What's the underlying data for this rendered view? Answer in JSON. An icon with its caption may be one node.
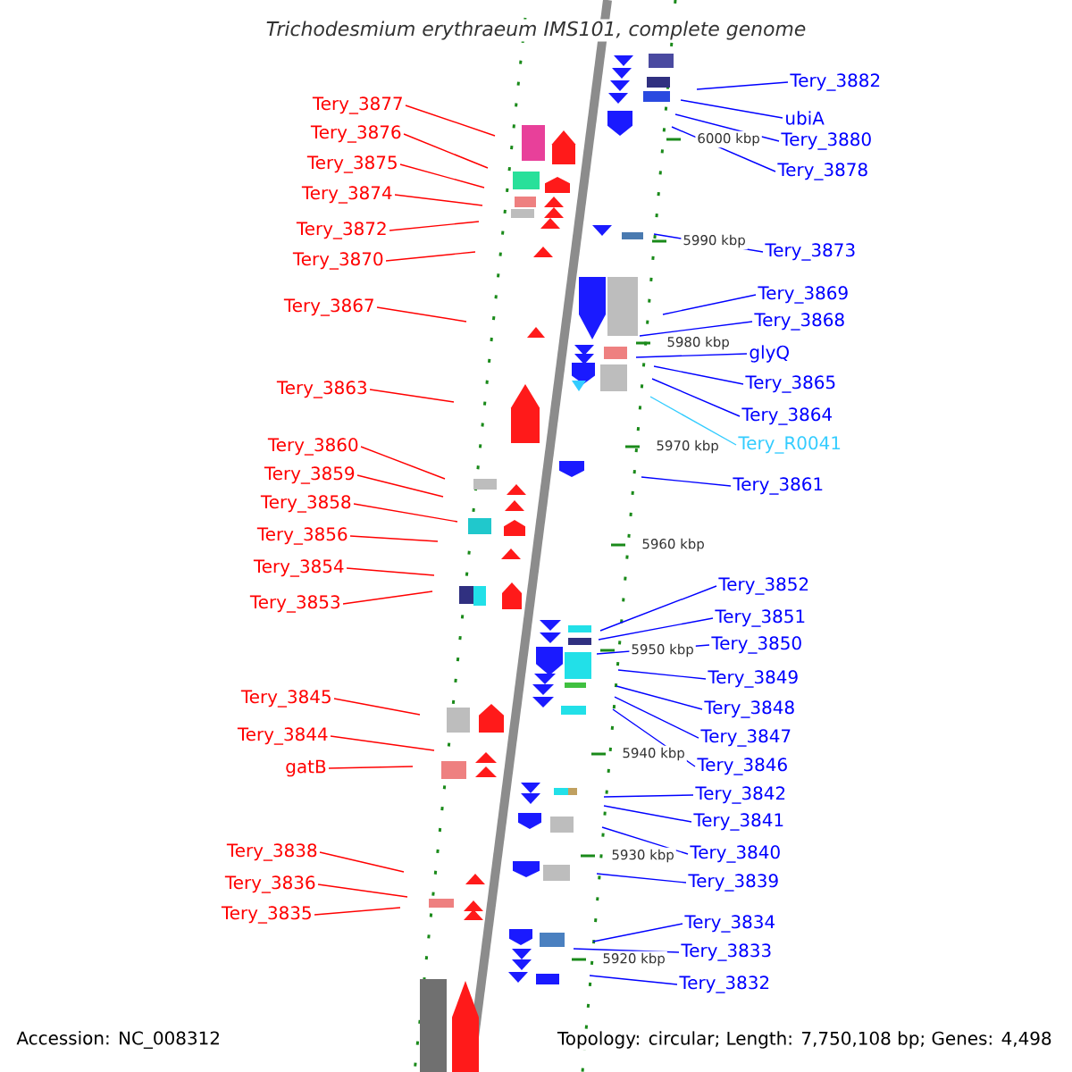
{
  "diagram": {
    "title": "Trichodesmium erythraeum IMS101, complete genome",
    "nodes": [
      {
        "text": [
          "Tery_3877"
        ]
      },
      {
        "text": [
          "Tery_3876"
        ]
      },
      {
        "text": [
          "Tery_3875"
        ]
      },
      {
        "text": [
          "Tery_3874"
        ]
      },
      {
        "text": [
          "Tery_3872"
        ]
      },
      {
        "text": [
          "Tery_3870"
        ]
      },
      {
        "text": [
          "Tery_3867"
        ]
      },
      {
        "text": [
          "Tery_3863"
        ]
      },
      {
        "text": [
          "Tery_3860"
        ]
      },
      {
        "text": [
          "Tery_3859"
        ]
      },
      {
        "text": [
          "Tery_3858"
        ]
      },
      {
        "text": [
          "Tery_3856"
        ]
      },
      {
        "text": [
          "Tery_3854"
        ]
      },
      {
        "text": [
          "Tery_3853"
        ]
      },
      {
        "text": [
          "Tery_3845"
        ]
      },
      {
        "text": [
          "Tery_3844"
        ]
      },
      {
        "text": [
          "gatB"
        ]
      },
      {
        "text": [
          "Tery_3838"
        ]
      },
      {
        "text": [
          "Tery_3836"
        ]
      },
      {
        "text": [
          "Tery_3835"
        ]
      },
      {
        "text": [
          "Tery_3882"
        ]
      },
      {
        "text": [
          "ubiA"
        ]
      },
      {
        "text": [
          "Tery_3880"
        ]
      },
      {
        "text": [
          "Tery_3878"
        ]
      },
      {
        "text": [
          "Tery_3873"
        ]
      },
      {
        "text": [
          "Tery_3869"
        ]
      },
      {
        "text": [
          "Tery_3868"
        ]
      },
      {
        "text": [
          "glyQ"
        ]
      },
      {
        "text": [
          "Tery_3865"
        ]
      },
      {
        "text": [
          "Tery_3864"
        ]
      },
      {
        "text": [
          "Tery_R0041"
        ]
      },
      {
        "text": [
          "Tery_3861"
        ]
      },
      {
        "text": [
          "Tery_3852"
        ]
      },
      {
        "text": [
          "Tery_3851"
        ]
      },
      {
        "text": [
          "Tery_3850"
        ]
      },
      {
        "text": [
          "Tery_3849"
        ]
      },
      {
        "text": [
          "Tery_3848"
        ]
      },
      {
        "text": [
          "Tery_3847"
        ]
      },
      {
        "text": [
          "Tery_3846"
        ]
      },
      {
        "text": [
          "Tery_3842"
        ]
      },
      {
        "text": [
          "Tery_3841"
        ]
      },
      {
        "text": [
          "Tery_3840"
        ]
      },
      {
        "text": [
          "Tery_3839"
        ]
      },
      {
        "text": [
          "Tery_3834"
        ]
      },
      {
        "text": [
          "Tery_3833"
        ]
      },
      {
        "text": [
          "Tery_3832"
        ]
      }
    ],
    "edges": [
      {
        "from": 0,
        "to": null,
        "arrow": "none",
        "color": "#ff0000"
      },
      {
        "from": 1,
        "to": null,
        "arrow": "none",
        "color": "#ff0000"
      },
      {
        "from": 2,
        "to": null,
        "arrow": "none",
        "color": "#ff0000"
      },
      {
        "from": 3,
        "to": null,
        "arrow": "none",
        "color": "#ff0000"
      },
      {
        "from": 4,
        "to": null,
        "arrow": "none",
        "color": "#ff0000"
      },
      {
        "from": 5,
        "to": null,
        "arrow": "none",
        "color": "#ff0000"
      },
      {
        "from": 6,
        "to": null,
        "arrow": "none",
        "color": "#ff0000"
      },
      {
        "from": 7,
        "to": null,
        "arrow": "none",
        "color": "#ff0000"
      },
      {
        "from": 8,
        "to": null,
        "arrow": "none",
        "color": "#ff0000"
      },
      {
        "from": 9,
        "to": null,
        "arrow": "none",
        "color": "#ff0000"
      },
      {
        "from": 10,
        "to": null,
        "arrow": "none",
        "color": "#ff0000"
      },
      {
        "from": 11,
        "to": null,
        "arrow": "none",
        "color": "#ff0000"
      },
      {
        "from": 12,
        "to": null,
        "arrow": "none",
        "color": "#ff0000"
      },
      {
        "from": 13,
        "to": null,
        "arrow": "none",
        "color": "#ff0000"
      },
      {
        "from": 14,
        "to": null,
        "arrow": "none",
        "color": "#ff0000"
      },
      {
        "from": 15,
        "to": null,
        "arrow": "none",
        "color": "#ff0000"
      },
      {
        "from": 16,
        "to": null,
        "arrow": "none",
        "color": "#ff0000"
      },
      {
        "from": 17,
        "to": null,
        "arrow": "none",
        "color": "#ff0000"
      },
      {
        "from": 18,
        "to": null,
        "arrow": "none",
        "color": "#ff0000"
      },
      {
        "from": 19,
        "to": null,
        "arrow": "none",
        "color": "#ff0000"
      },
      {
        "from": 20,
        "to": null,
        "arrow": "none",
        "color": "#0000ff"
      },
      {
        "from": 21,
        "to": null,
        "arrow": "none",
        "color": "#0000ff"
      },
      {
        "from": 22,
        "to": null,
        "arrow": "none",
        "color": "#0000ff"
      },
      {
        "from": 23,
        "to": null,
        "arrow": "none",
        "color": "#0000ff"
      },
      {
        "from": 24,
        "to": null,
        "arrow": "none",
        "color": "#0000ff"
      },
      {
        "from": 25,
        "to": null,
        "arrow": "none",
        "color": "#0000ff"
      },
      {
        "from": 26,
        "to": null,
        "arrow": "none",
        "color": "#0000ff"
      },
      {
        "from": 27,
        "to": null,
        "arrow": "none",
        "color": "#0000ff"
      },
      {
        "from": 28,
        "to": null,
        "arrow": "none",
        "color": "#0000ff"
      },
      {
        "from": 29,
        "to": null,
        "arrow": "none",
        "color": "#0000ff"
      },
      {
        "from": 30,
        "to": null,
        "arrow": "none",
        "color": "#33ccff"
      },
      {
        "from": 31,
        "to": null,
        "arrow": "none",
        "color": "#0000ff"
      },
      {
        "from": 32,
        "to": null,
        "arrow": "none",
        "color": "#0000ff"
      },
      {
        "from": 33,
        "to": null,
        "arrow": "none",
        "color": "#0000ff"
      },
      {
        "from": 34,
        "to": null,
        "arrow": "none",
        "color": "#0000ff"
      },
      {
        "from": 35,
        "to": null,
        "arrow": "none",
        "color": "#0000ff"
      },
      {
        "from": 36,
        "to": null,
        "arrow": "none",
        "color": "#0000ff"
      },
      {
        "from": 37,
        "to": null,
        "arrow": "none",
        "color": "#0000ff"
      },
      {
        "from": 38,
        "to": null,
        "arrow": "none",
        "color": "#0000ff"
      },
      {
        "from": 39,
        "to": null,
        "arrow": "none",
        "color": "#0000ff"
      },
      {
        "from": 40,
        "to": null,
        "arrow": "none",
        "color": "#0000ff"
      },
      {
        "from": 41,
        "to": null,
        "arrow": "none",
        "color": "#0000ff"
      },
      {
        "from": 42,
        "to": null,
        "arrow": "none",
        "color": "#0000ff"
      },
      {
        "from": 43,
        "to": null,
        "arrow": "none",
        "color": "#0000ff"
      },
      {
        "from": 44,
        "to": null,
        "arrow": "none",
        "color": "#0000ff"
      },
      {
        "from": 45,
        "to": null,
        "arrow": "none",
        "color": "#0000ff"
      }
    ],
    "labels": [
      "6000 kbp",
      "5990 kbp",
      "5980 kbp",
      "5970 kbp",
      "5960 kbp",
      "5950 kbp",
      "5940 kbp",
      "5930 kbp",
      "5920 kbp",
      "Accession: NC_008312",
      "Topology: circular; Length: 7,750,108 bp; Genes: 4,498"
    ]
  }
}
